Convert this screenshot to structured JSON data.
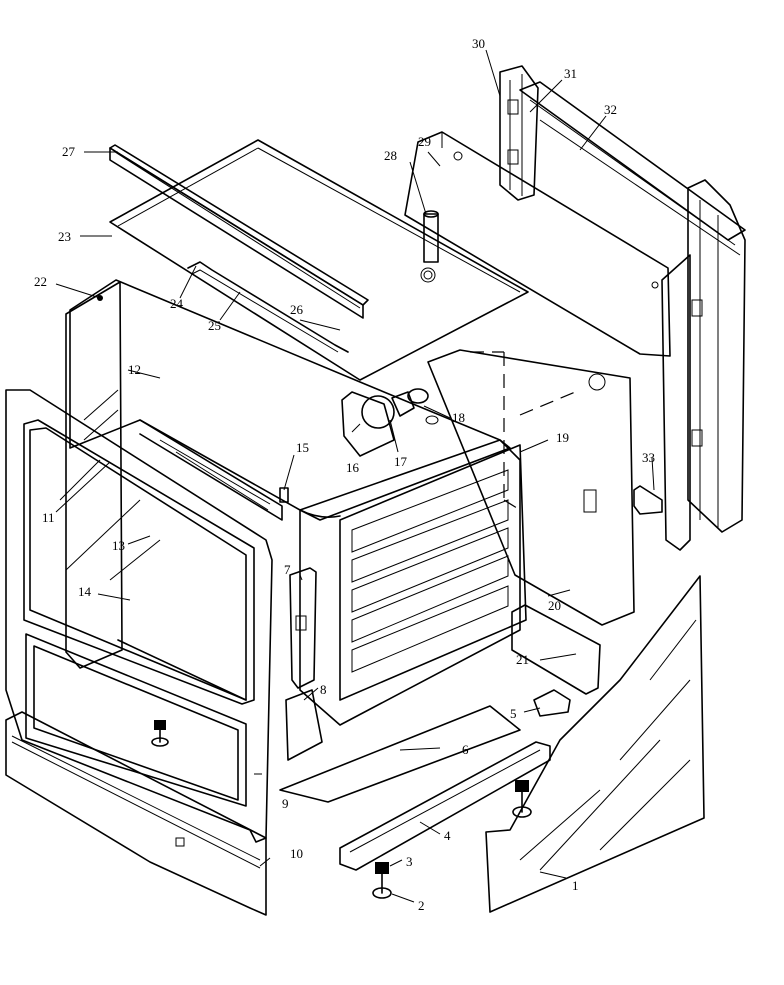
{
  "diagram": {
    "callouts": [
      {
        "id": "1",
        "text": "1"
      },
      {
        "id": "2",
        "text": "2"
      },
      {
        "id": "3",
        "text": "3"
      },
      {
        "id": "4",
        "text": "4"
      },
      {
        "id": "5",
        "text": "5"
      },
      {
        "id": "6",
        "text": "6"
      },
      {
        "id": "7",
        "text": "7"
      },
      {
        "id": "8",
        "text": "8"
      },
      {
        "id": "9",
        "text": "9"
      },
      {
        "id": "10",
        "text": "10"
      },
      {
        "id": "11",
        "text": "11"
      },
      {
        "id": "12",
        "text": "12"
      },
      {
        "id": "13",
        "text": "13"
      },
      {
        "id": "14",
        "text": "14"
      },
      {
        "id": "15",
        "text": "15"
      },
      {
        "id": "16",
        "text": "16"
      },
      {
        "id": "17",
        "text": "17"
      },
      {
        "id": "18",
        "text": "18"
      },
      {
        "id": "19",
        "text": "19"
      },
      {
        "id": "20",
        "text": "20"
      },
      {
        "id": "21",
        "text": "21"
      },
      {
        "id": "22",
        "text": "22"
      },
      {
        "id": "23",
        "text": "23"
      },
      {
        "id": "24",
        "text": "24"
      },
      {
        "id": "25",
        "text": "25"
      },
      {
        "id": "26",
        "text": "26"
      },
      {
        "id": "27",
        "text": "27"
      },
      {
        "id": "28",
        "text": "28"
      },
      {
        "id": "29",
        "text": "29"
      },
      {
        "id": "30",
        "text": "30"
      },
      {
        "id": "31",
        "text": "31"
      },
      {
        "id": "32",
        "text": "32"
      },
      {
        "id": "33",
        "text": "33"
      }
    ]
  }
}
